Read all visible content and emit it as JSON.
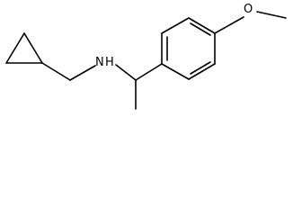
{
  "molecule": {
    "atoms": {
      "amine": "N",
      "amine_h": "H",
      "ether_oxygen": "O"
    }
  },
  "colors": {
    "bond": "#000000",
    "label": "#000000",
    "background": "#ffffff"
  }
}
